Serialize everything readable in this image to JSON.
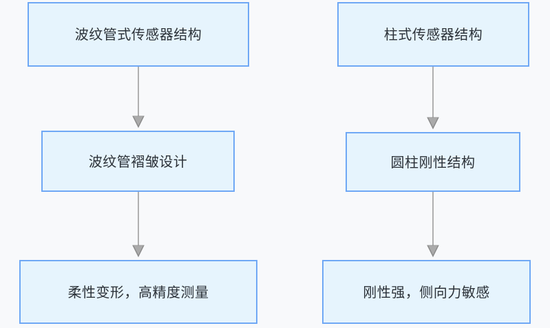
{
  "diagram": {
    "type": "flowchart",
    "background_color": "#f8f9fb",
    "node_fill_color": "#e6f4fd",
    "node_border_color": "#6fa8f5",
    "edge_color": "#9e9e9e",
    "text_color": "#2b3137",
    "columns": [
      {
        "id": "left",
        "name": "bellows-sensor-branch",
        "nodes": [
          {
            "id": "l1",
            "label": "波纹管式传感器结构"
          },
          {
            "id": "l2",
            "label": "波纹管褶皱设计"
          },
          {
            "id": "l3",
            "label": "柔性变形，高精度测量"
          }
        ]
      },
      {
        "id": "right",
        "name": "column-sensor-branch",
        "nodes": [
          {
            "id": "r1",
            "label": "柱式传感器结构"
          },
          {
            "id": "r2",
            "label": "圆柱刚性结构"
          },
          {
            "id": "r3",
            "label": "刚性强，侧向力敏感"
          }
        ]
      }
    ],
    "edges": [
      {
        "id": "e-l1-l2",
        "from": "l1",
        "to": "l2",
        "arrow": "arrow-down-icon"
      },
      {
        "id": "e-l2-l3",
        "from": "l2",
        "to": "l3",
        "arrow": "arrow-down-icon"
      },
      {
        "id": "e-r1-r2",
        "from": "r1",
        "to": "r2",
        "arrow": "arrow-down-icon"
      },
      {
        "id": "e-r2-r3",
        "from": "r2",
        "to": "r3",
        "arrow": "arrow-down-icon"
      }
    ]
  }
}
